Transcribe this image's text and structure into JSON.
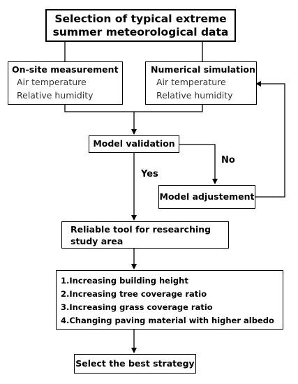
{
  "nodes": {
    "selection": {
      "line1": "Selection of typical extreme",
      "line2": "summer meteorological data"
    },
    "onsite": {
      "title": "On-site measurement",
      "item1": "Air temperature",
      "item2": "Relative humidity"
    },
    "numerical": {
      "title": "Numerical simulation",
      "item1": "Air temperature",
      "item2": "Relative humidity"
    },
    "validation": {
      "label": "Model validation"
    },
    "adjustment": {
      "label": "Model adjustement"
    },
    "reliable": {
      "line1": "Reliable tool for researching",
      "line2": "study area"
    },
    "strategies": {
      "item1": "1.Increasing building height",
      "item2": "2.Increasing tree coverage ratio",
      "item3": "3.Increasing grass coverage ratio",
      "item4": "4.Changing paving material with higher albedo"
    },
    "best": {
      "label": "Select the best strategy"
    }
  },
  "edge_labels": {
    "no": "No",
    "yes": "Yes"
  }
}
